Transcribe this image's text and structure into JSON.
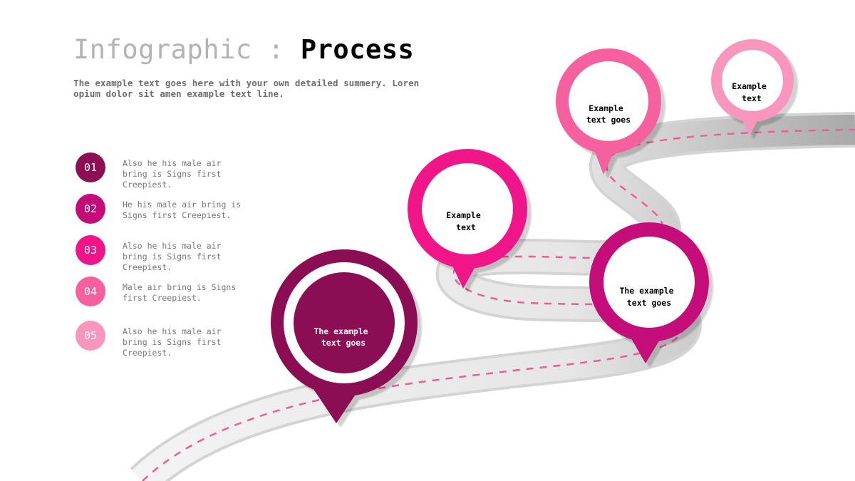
{
  "title": {
    "light": "Infographic :",
    "bold": "Process"
  },
  "summary": "The example text goes here with your own detailed summery. Loren opium dolor sit amen example text line.",
  "steps": [
    {
      "number": "01",
      "text": "Also he his male air bring is Signs first Creepiest.",
      "color": "#8b0f52"
    },
    {
      "number": "02",
      "text": "He his male air bring is Signs first Creepiest.",
      "color": "#c40c78"
    },
    {
      "number": "03",
      "text": "Also he his male air bring is Signs first Creepiest.",
      "color": "#f0138a"
    },
    {
      "number": "04",
      "text": "Male air bring is Signs first Creepiest.",
      "color": "#f7609f"
    },
    {
      "number": "05",
      "text": "Also he his male air bring is Signs first Creepiest.",
      "color": "#f996bd"
    }
  ],
  "pins": [
    {
      "line1": "The example",
      "line2": "text goes",
      "color": "#8b0f52"
    },
    {
      "line1": "Example",
      "line2": "text",
      "color": "#f0138a"
    },
    {
      "line1": "The example",
      "line2": "text goes",
      "color": "#c40c78"
    },
    {
      "line1": "Example",
      "line2": "text goes",
      "color": "#f7609f"
    },
    {
      "line1": "Example",
      "line2": "text",
      "color": "#f996bd"
    }
  ],
  "colors": {
    "road": "#e3e3e3",
    "road_dash": "#ef5d96",
    "title_light": "#b3b3b3"
  }
}
